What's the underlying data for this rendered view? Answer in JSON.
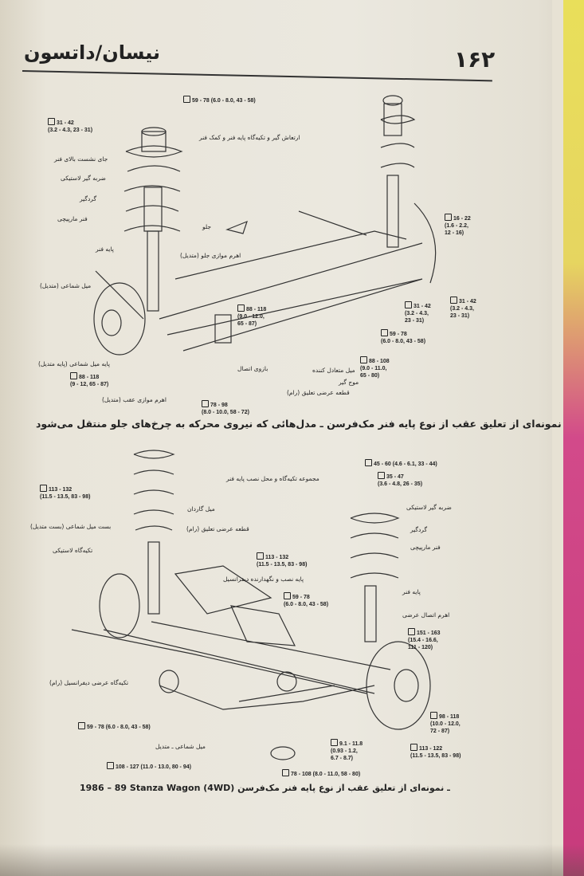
{
  "header": {
    "book_title": "نیسان/داتسون",
    "page_number": "۱۶۲"
  },
  "figure1": {
    "labels": {
      "strut_mount_torque": "59 - 78 (6.0 - 8.0, 43 - 58)",
      "upper_torque": "31 - 42\n(3.2 - 4.3, 23 - 31)",
      "insulator": "ارتعاش گیر و  تکیه‌گاه پایه فنر و کمک فنر",
      "upper_seat": "جای نشست بالای فنر",
      "bumper": "ضربه گیر لاستیکی",
      "dust_cover": "گردگیر",
      "coil_spring": "فنر مارپیچی",
      "front": "جلو",
      "strut": "پایه فنر",
      "front_parallel_link": "اهرم موازی جلو (متدیل)",
      "radius_rod": "میل شماعی (متدیل)",
      "knuckle_torque": "16 - 22\n(1.6 - 2.2,\n12 - 16)",
      "link_torque": "88 - 118\n(9.0 - 12.0,\n65 - 87)",
      "torque_a": "31 - 42\n(3.2 - 4.3,\n23 - 31)",
      "torque_b": "31 - 42\n(3.2 - 4.3,\n23 - 31)",
      "torque_c": "59 - 78\n(6.0 - 8.0, 43 - 58)",
      "radius_rod_bracket": "پایه میل شماعی (پایه متدیل)",
      "connecting_arm": "بازوی اتصال",
      "stabilizer_torque": "88 - 108\n(9.0 - 11.0,\n65 - 80)",
      "stabilizer": "میل متعادل کننده",
      "stabilizer2": "موج گیر",
      "radius_torque": "88 - 118\n(9 - 12, 65 - 87)",
      "rear_link_torque": "78 - 98\n(8.0 - 10.0, 58 - 72)",
      "crossmember": "قطعه عرضی تعلیق (رام)",
      "rear_parallel_link": "اهرم موازی عقب (متدیل)"
    },
    "caption": "نمونه‌ای از تعلیق عقب از نوع پایه فنر مک‌فرسن ـ مدل‌هائی که نیروی محرکه به چرخ‌های جلو منتقل می‌شود"
  },
  "figure2": {
    "labels": {
      "top_torque": "45 - 60 (4.6 - 6.1, 33 - 44)",
      "mount_assembly": "مجموعه تکیه‌گاه و محل نصب پایه فنر",
      "mount_torque": "35 - 47\n(3.6 - 4.8, 26 - 35)",
      "left_torque": "113 - 132\n(11.5 - 13.5, 83 - 98)",
      "drive_shaft": "میل گاردان",
      "bumper": "ضربه گیر لاستیکی",
      "crossmember": "قطعه عرضی تعلیق (رام)",
      "radius_clamp": "بست میل شماعی (بست متدیل)",
      "dust_cover": "گردگیر",
      "rubber_mount": "تکیه‌گاه لاستیکی",
      "coil_spring": "فنر  مارپیچی",
      "diff_torque": "113 - 132\n(11.5 - 13.5, 83 - 98)",
      "diff_mount": "پایه نصب و نگهدارنده دیفرانسیل",
      "strut": "پایه فنر",
      "center_torque": "59 - 78\n(6.0 - 8.0, 43 - 58)",
      "transverse_link": "اهرم اتصال عرضی",
      "link_torque": "151 - 163\n(15.4 - 16.6,\n111 - 120)",
      "diff_cross_mount": "تکیه‌گاه عرضی دیفرانسیل (رام)",
      "hub_torque": "98 - 118\n(10.0 - 12.0,\n72 - 87)",
      "left_lower_torque": "59 - 78 (6.0 - 8.0, 43 - 58)",
      "radius_rod": "میل شماعی ـ متدیل",
      "small_torque": "9.1 - 11.8\n(0.93 - 1.2,\n6.7 - 8.7)",
      "right_lower_torque": "113 - 122\n(11.5 - 13.5, 83 - 98)",
      "bolt_torque": "108 - 127 (11.0 - 13.0, 80 - 94)",
      "bottom_torque": "78 - 108 (8.0 - 11.0, 58 - 80)"
    },
    "caption": "1986 – 89 Stanza Wagon (4WD) ـ نمونه‌ای از تعلیق عقب از نوع پایه فنر مک‌فرسن"
  }
}
